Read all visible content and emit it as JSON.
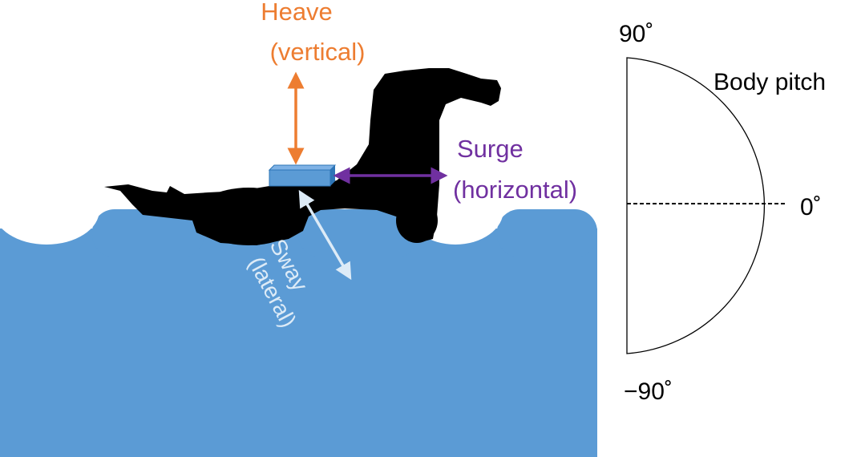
{
  "labels": {
    "heave": "Heave",
    "heave_sub": "(vertical)",
    "surge": "Surge",
    "surge_sub": "(horizontal)",
    "sway": "Sway",
    "sway_sub": "(lateral)",
    "pitch_title": "Body pitch",
    "pitch_top": "90˚",
    "pitch_mid": "0˚",
    "pitch_bottom": "−90˚"
  },
  "colors": {
    "water": "#5b9bd5",
    "heave": "#ed7d31",
    "surge": "#7030a0",
    "sway": "#ddebf7",
    "tag": "#5b9bd5"
  }
}
